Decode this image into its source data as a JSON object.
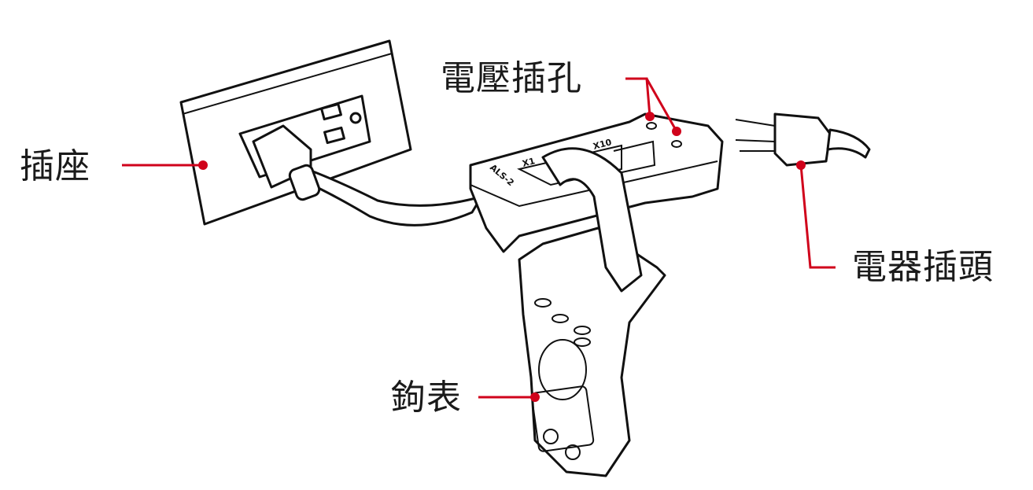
{
  "labels": {
    "socket": "插座",
    "voltage_jack": "電壓插孔",
    "appliance_plug": "電器插頭",
    "clamp_meter": "鉤表"
  },
  "device_markings": {
    "model": "ALS-2",
    "x1": "X1",
    "x10": "X10"
  },
  "colors": {
    "callout": "#d0021b",
    "outline": "#111111"
  }
}
